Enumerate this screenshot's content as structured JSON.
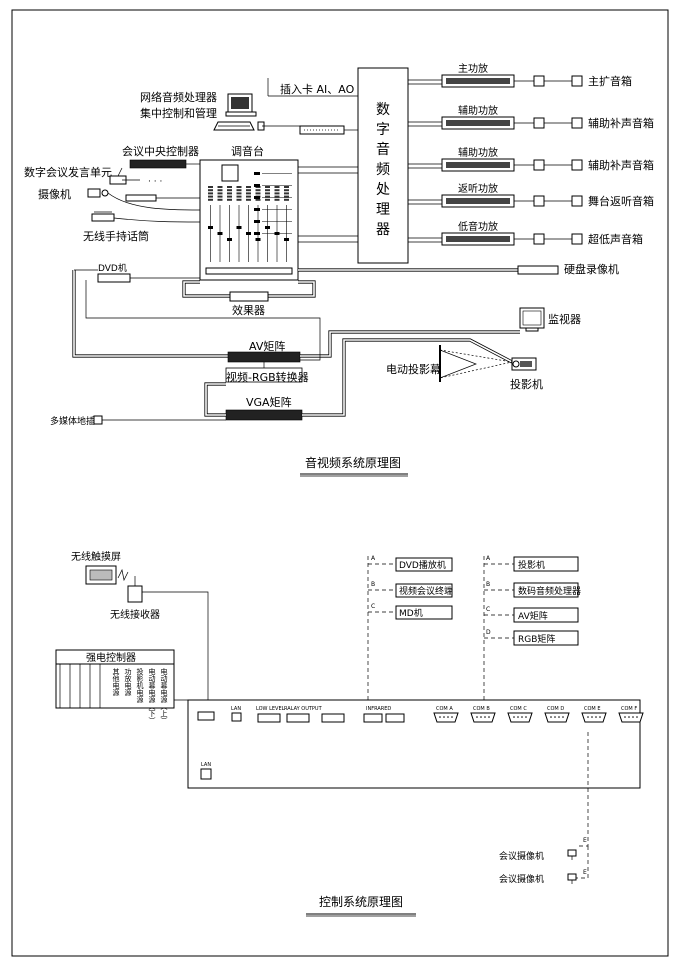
{
  "av": {
    "title": "音视频系统原理图",
    "processor_chars": [
      "数",
      "字",
      "音",
      "频",
      "处",
      "理",
      "器"
    ],
    "insert_card": "插入卡 AI、AO",
    "net_processor": [
      "网络音频处理器",
      "集中控制和管理"
    ],
    "conf_controller": "会议中央控制器",
    "digital_conf_unit": "数字会议发言单元",
    "mixer": "调音台",
    "camera": "摄像机",
    "wireless_mic": "无线手持话筒",
    "dvd": "DVD机",
    "effects": "效果器",
    "av_matrix": "AV矩阵",
    "vga_converter": "视频-RGB转换器",
    "vga_matrix": "VGA矩阵",
    "floor_box": "多媒体地插",
    "monitor": "监视器",
    "screen": "电动投影幕",
    "projector": "投影机",
    "hdd_recorder": "硬盘录像机",
    "amps": [
      "主功放",
      "辅助功放",
      "辅助功放",
      "返听功放",
      "低音功放"
    ],
    "speakers": [
      "主扩音箱",
      "辅助补声音箱",
      "辅助补声音箱",
      "舞台返听音箱",
      "超低声音箱"
    ]
  },
  "ctrl": {
    "title": "控制系统原理图",
    "touch_screen": "无线触摸屏",
    "receiver": "无线接收器",
    "power_ctrl": "强电控制器",
    "power_cols": [
      "电动幕电源（上）",
      "电动幕电源（下）",
      "投影机电源",
      "功放电源",
      "其他电源"
    ],
    "ir_groups": [
      {
        "letter": "A",
        "label": "DVD播放机"
      },
      {
        "letter": "B",
        "label": "视频会议终端"
      },
      {
        "letter": "C",
        "label": "MD机"
      }
    ],
    "com_groups": [
      {
        "letter": "A",
        "label": "投影机"
      },
      {
        "letter": "B",
        "label": "数码音频处理器"
      },
      {
        "letter": "C",
        "label": "AV矩阵"
      },
      {
        "letter": "D",
        "label": "RGB矩阵"
      }
    ],
    "panel_labels": {
      "lan1": "LAN",
      "low_level": "LOW LEVEL",
      "relay": "RALAY OUTPUT",
      "infrared": "INFRARED",
      "lan2": "LAN"
    },
    "com_ports": [
      "COM A",
      "COM B",
      "COM C",
      "COM D",
      "COM E",
      "COM F"
    ],
    "cam_letter": "E",
    "cams": [
      "会议摄像机",
      "会议摄像机"
    ]
  }
}
